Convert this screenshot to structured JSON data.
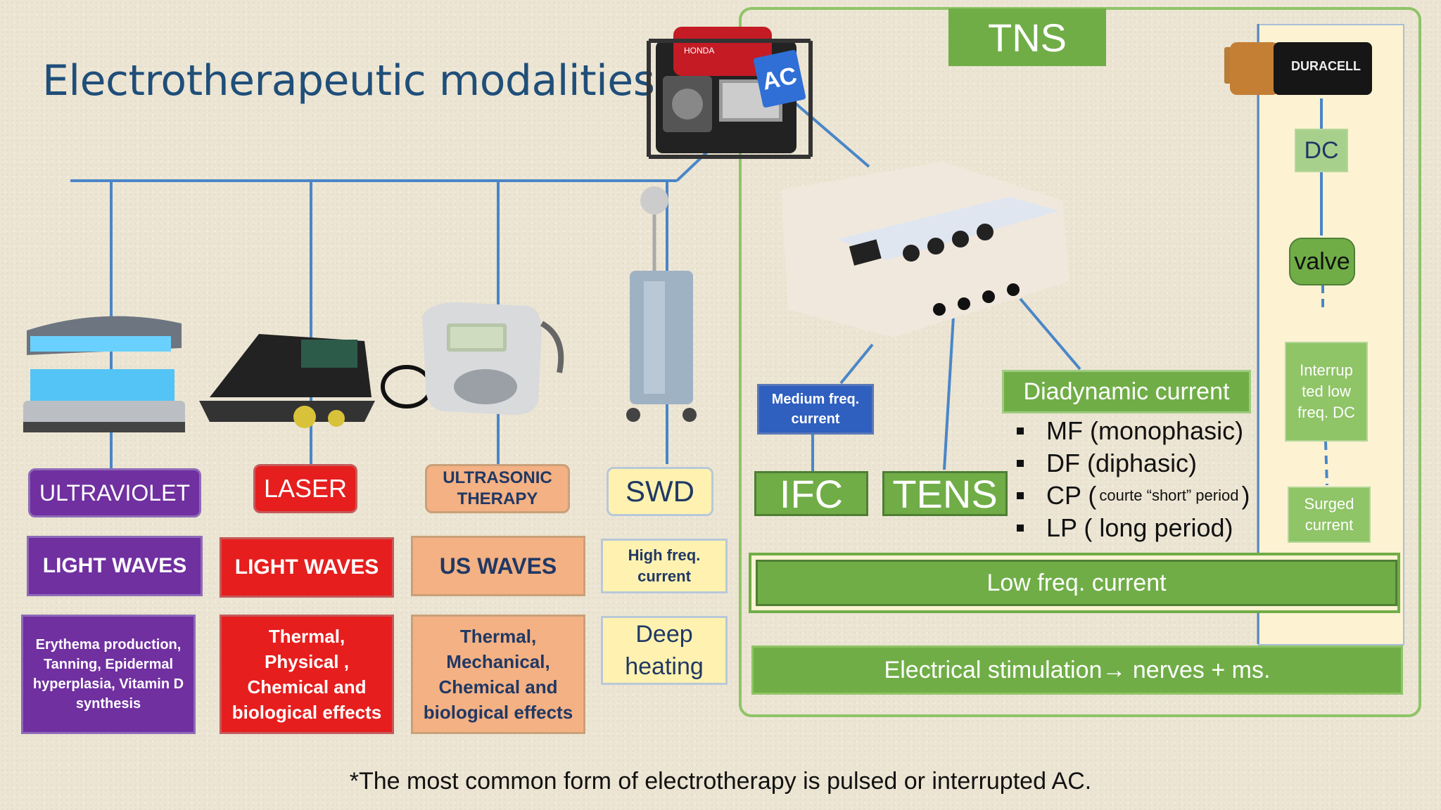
{
  "title": "Electrotherapeutic modalities:",
  "generator": {
    "badge": "AC",
    "brand": "HONDA"
  },
  "battery": {
    "brand": "DURACELL"
  },
  "columns": [
    {
      "device": "ULTRAVIOLET",
      "waves": "LIGHT WAVES",
      "effects": "Erythema production, Tanning, Epidermal hyperplasia, Vitamin D synthesis",
      "color": "#7030a0"
    },
    {
      "device": "LASER",
      "waves": "LIGHT WAVES",
      "effects": "Thermal, Physical , Chemical and biological effects",
      "color": "#e61e1e"
    },
    {
      "device": "ULTRASONIC THERAPY",
      "waves": "US WAVES",
      "effects": "Thermal, Mechanical, Chemical and biological effects",
      "color": "#f4b183"
    },
    {
      "device": "SWD",
      "waves": "High freq. current",
      "effects": "Deep heating",
      "color": "#fff2b0"
    }
  ],
  "tns": {
    "label": "TNS",
    "medium_freq": "Medium freq. current",
    "ifc": "IFC",
    "tens": "TENS",
    "diadynamic": "Diadynamic current",
    "diadynamic_items": [
      {
        "main": "MF (monophasic)"
      },
      {
        "main": "DF (diphasic)"
      },
      {
        "pre": "CP (",
        "small": "courte “short” period",
        "post": ")"
      },
      {
        "main": "LP ( long period)"
      }
    ],
    "dc": "DC",
    "valve": "valve",
    "interrupted": "Interrup ted low freq. DC",
    "surged": "Surged current",
    "low_freq": "Low freq. current",
    "electrical": "Electrical stimulation→ nerves + ms."
  },
  "footnote": "*The most common form of electrotherapy is pulsed or interrupted AC.",
  "colors": {
    "line": "#4a86c8",
    "title": "#1f4e79",
    "green": "#70ad47",
    "frame": "#8fc467",
    "inner_panel": "#fdf3d2"
  }
}
